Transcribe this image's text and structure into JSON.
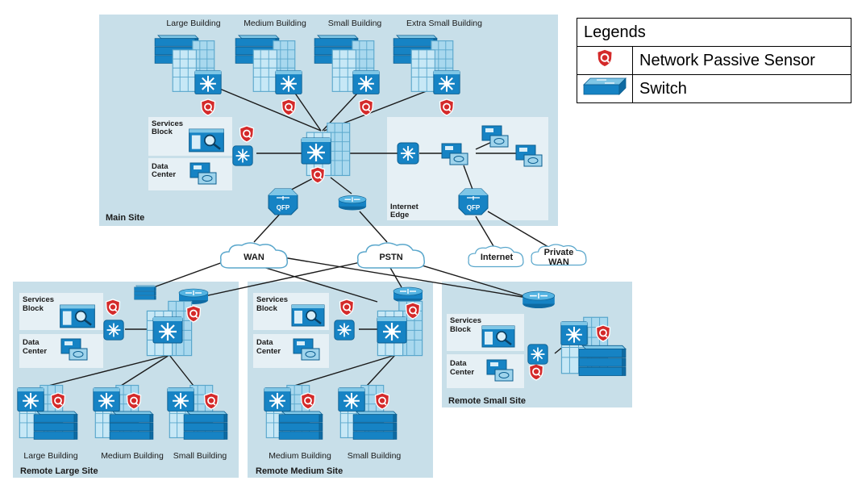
{
  "legend": {
    "title": "Legends",
    "items": [
      {
        "icon": "network-passive-sensor-icon",
        "label": "Network Passive Sensor"
      },
      {
        "icon": "switch-icon",
        "label": "Switch"
      }
    ]
  },
  "main_site": {
    "name": "Main Site",
    "buildings": [
      "Large Building",
      "Medium Building",
      "Small Building",
      "Extra Small Building"
    ],
    "services_block": "Services Block",
    "data_center": "Data Center",
    "internet_edge": "Internet Edge",
    "qfp": "QFP"
  },
  "clouds": {
    "wan": "WAN",
    "pstn": "PSTN",
    "internet": "Internet",
    "private_wan": "Private WAN"
  },
  "remote_large": {
    "name": "Remote Large Site",
    "buildings": [
      "Large Building",
      "Medium Building",
      "Small Building"
    ],
    "services_block": "Services Block",
    "data_center": "Data Center"
  },
  "remote_medium": {
    "name": "Remote Medium Site",
    "buildings": [
      "Medium Building",
      "Small Building"
    ],
    "services_block": "Services Block",
    "data_center": "Data Center"
  },
  "remote_small": {
    "name": "Remote Small Site",
    "services_block": "Services Block",
    "data_center": "Data Center"
  },
  "colors": {
    "site_bg": "#c8dfe9",
    "panel_bg": "#e6f0f5",
    "device_blue": "#1683c4",
    "device_light": "#9fd4ec",
    "sensor_red": "#d42a2a",
    "line": "#1a1a1a"
  }
}
